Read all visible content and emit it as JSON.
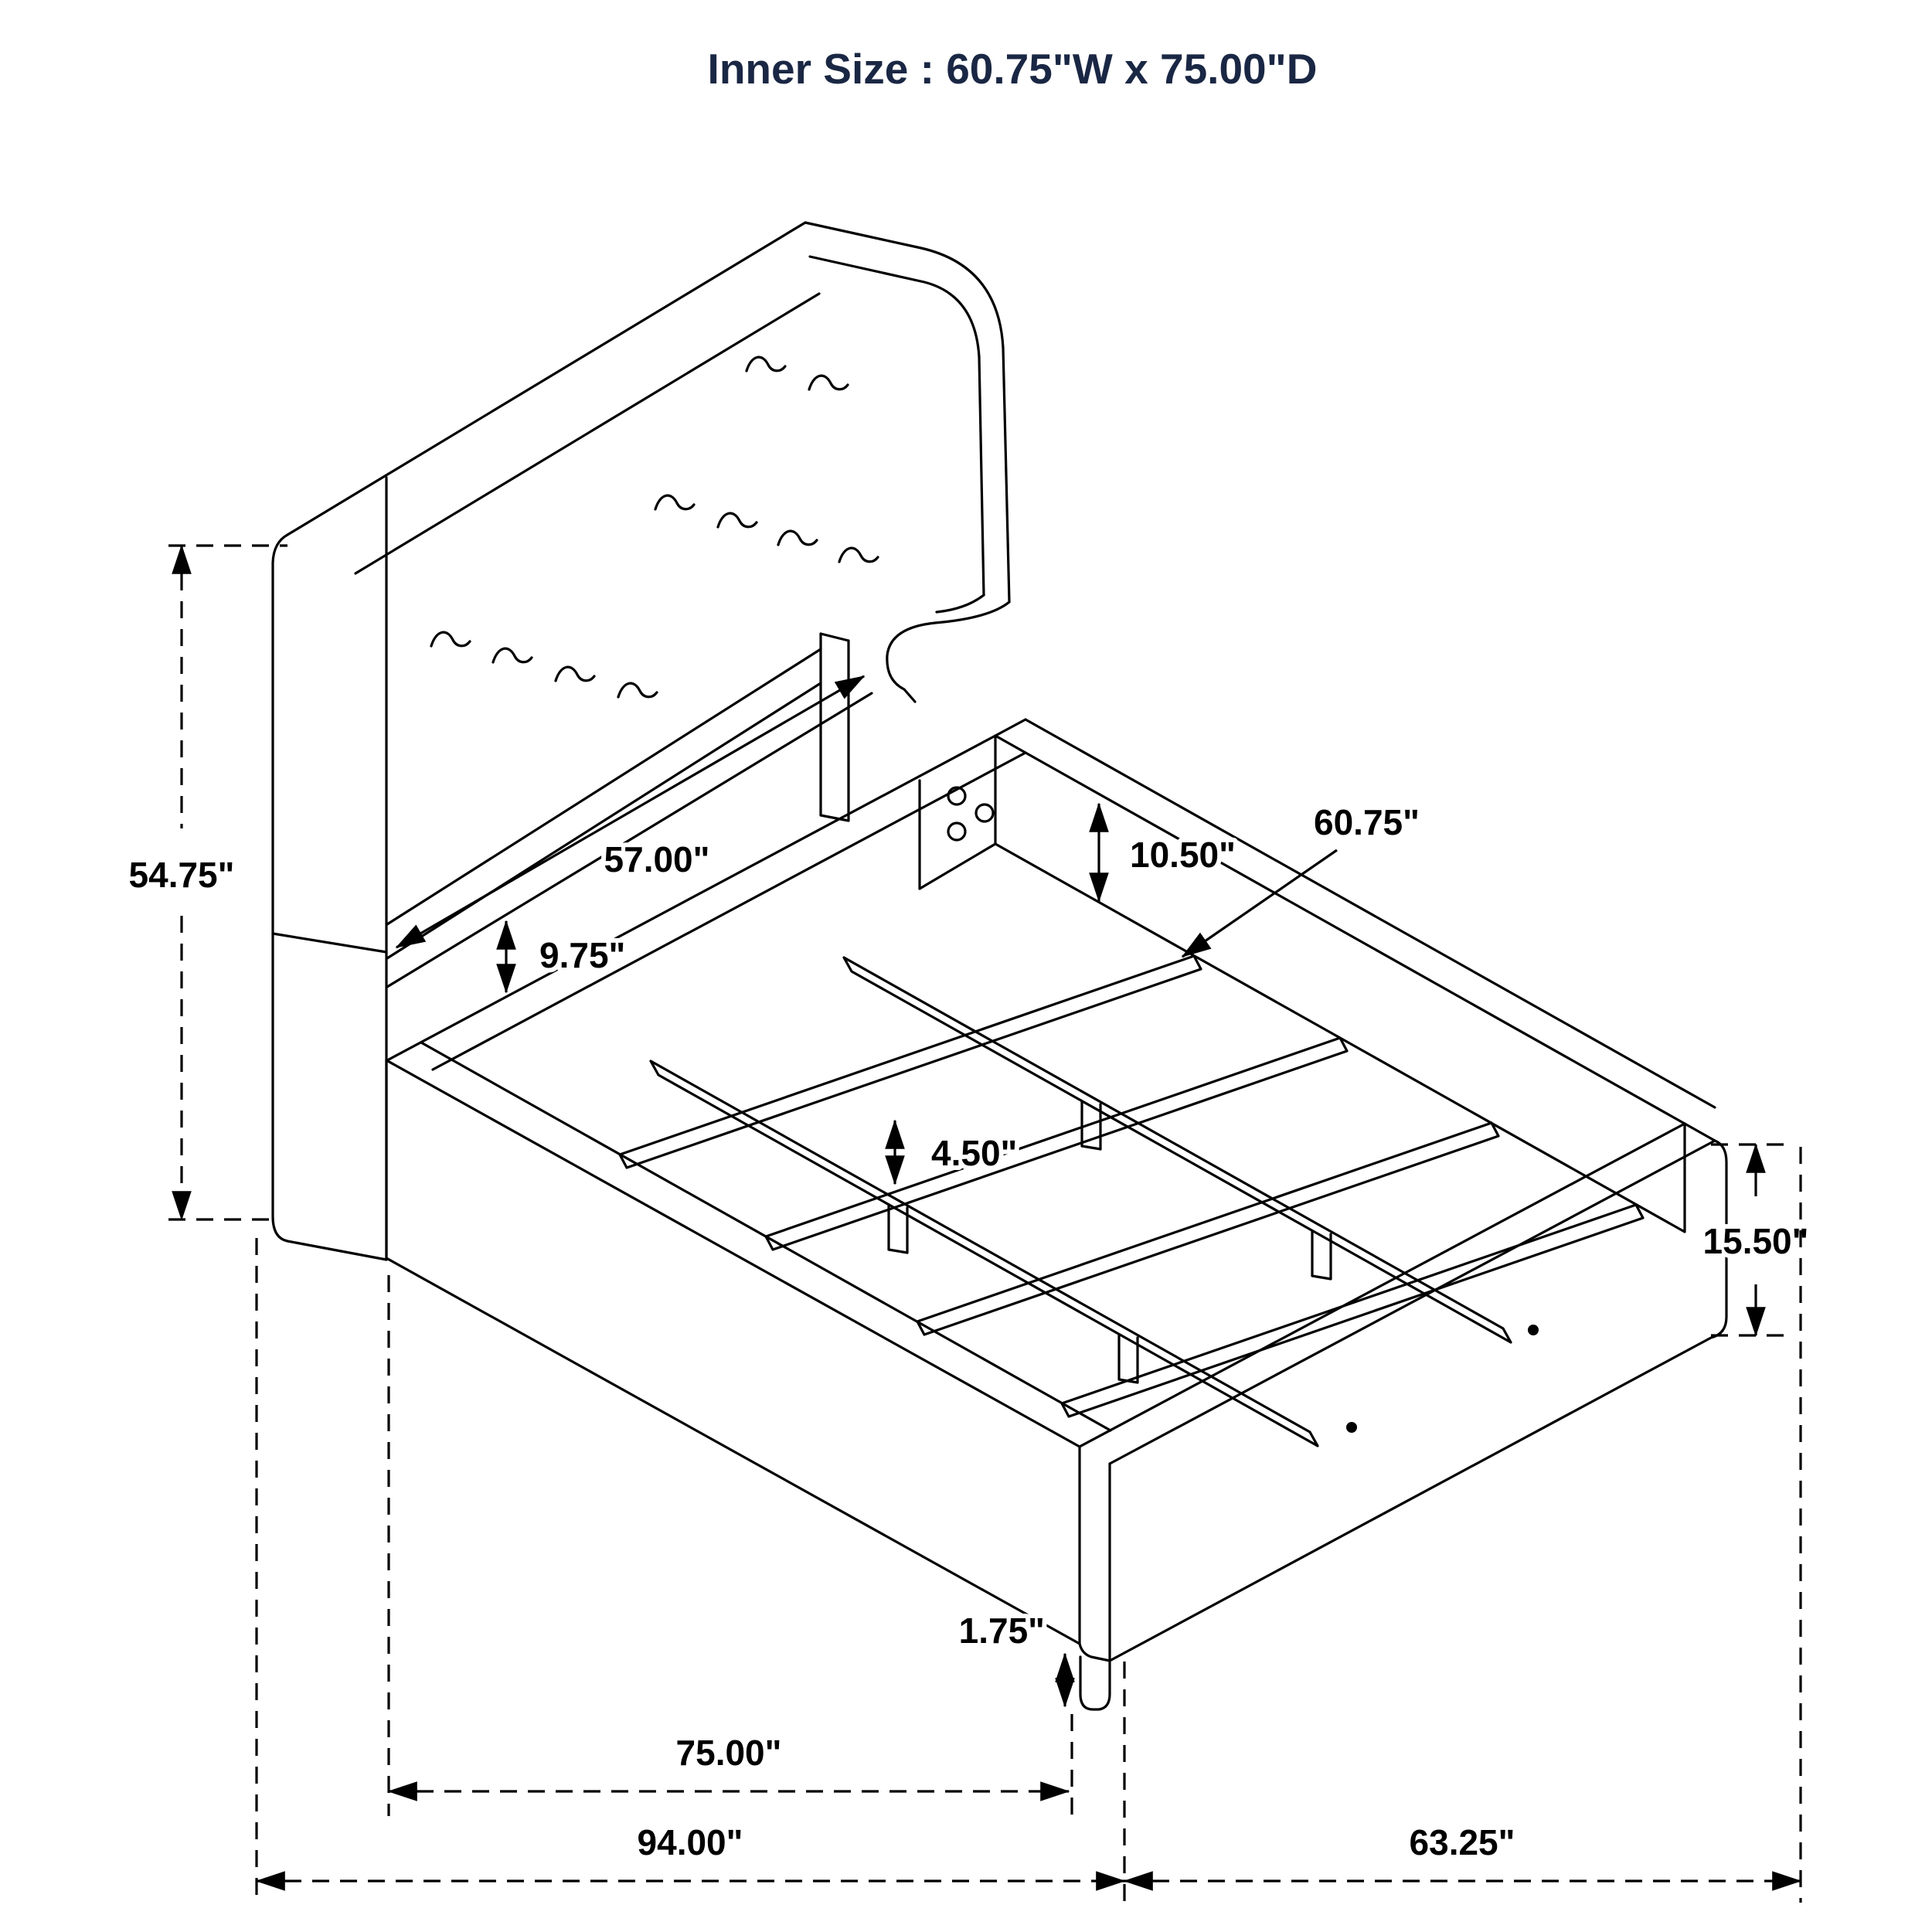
{
  "title": "Inner Size : 60.75\"W x 75.00\"D",
  "colors": {
    "line": "#000000",
    "title_text": "#1a2744",
    "background": "#ffffff"
  },
  "dimensions": {
    "headboard_height": "54.75\"",
    "support_rail_length": "57.00\"",
    "headboard_rail_gap": "9.75\"",
    "side_rail_inner_height": "10.50\"",
    "slat_length": "60.75\"",
    "center_leg_height": "4.50\"",
    "frame_height": "15.50\"",
    "base_clearance": "1.75\"",
    "inner_depth": "75.00\"",
    "overall_depth": "94.00\"",
    "overall_width": "63.25\""
  }
}
